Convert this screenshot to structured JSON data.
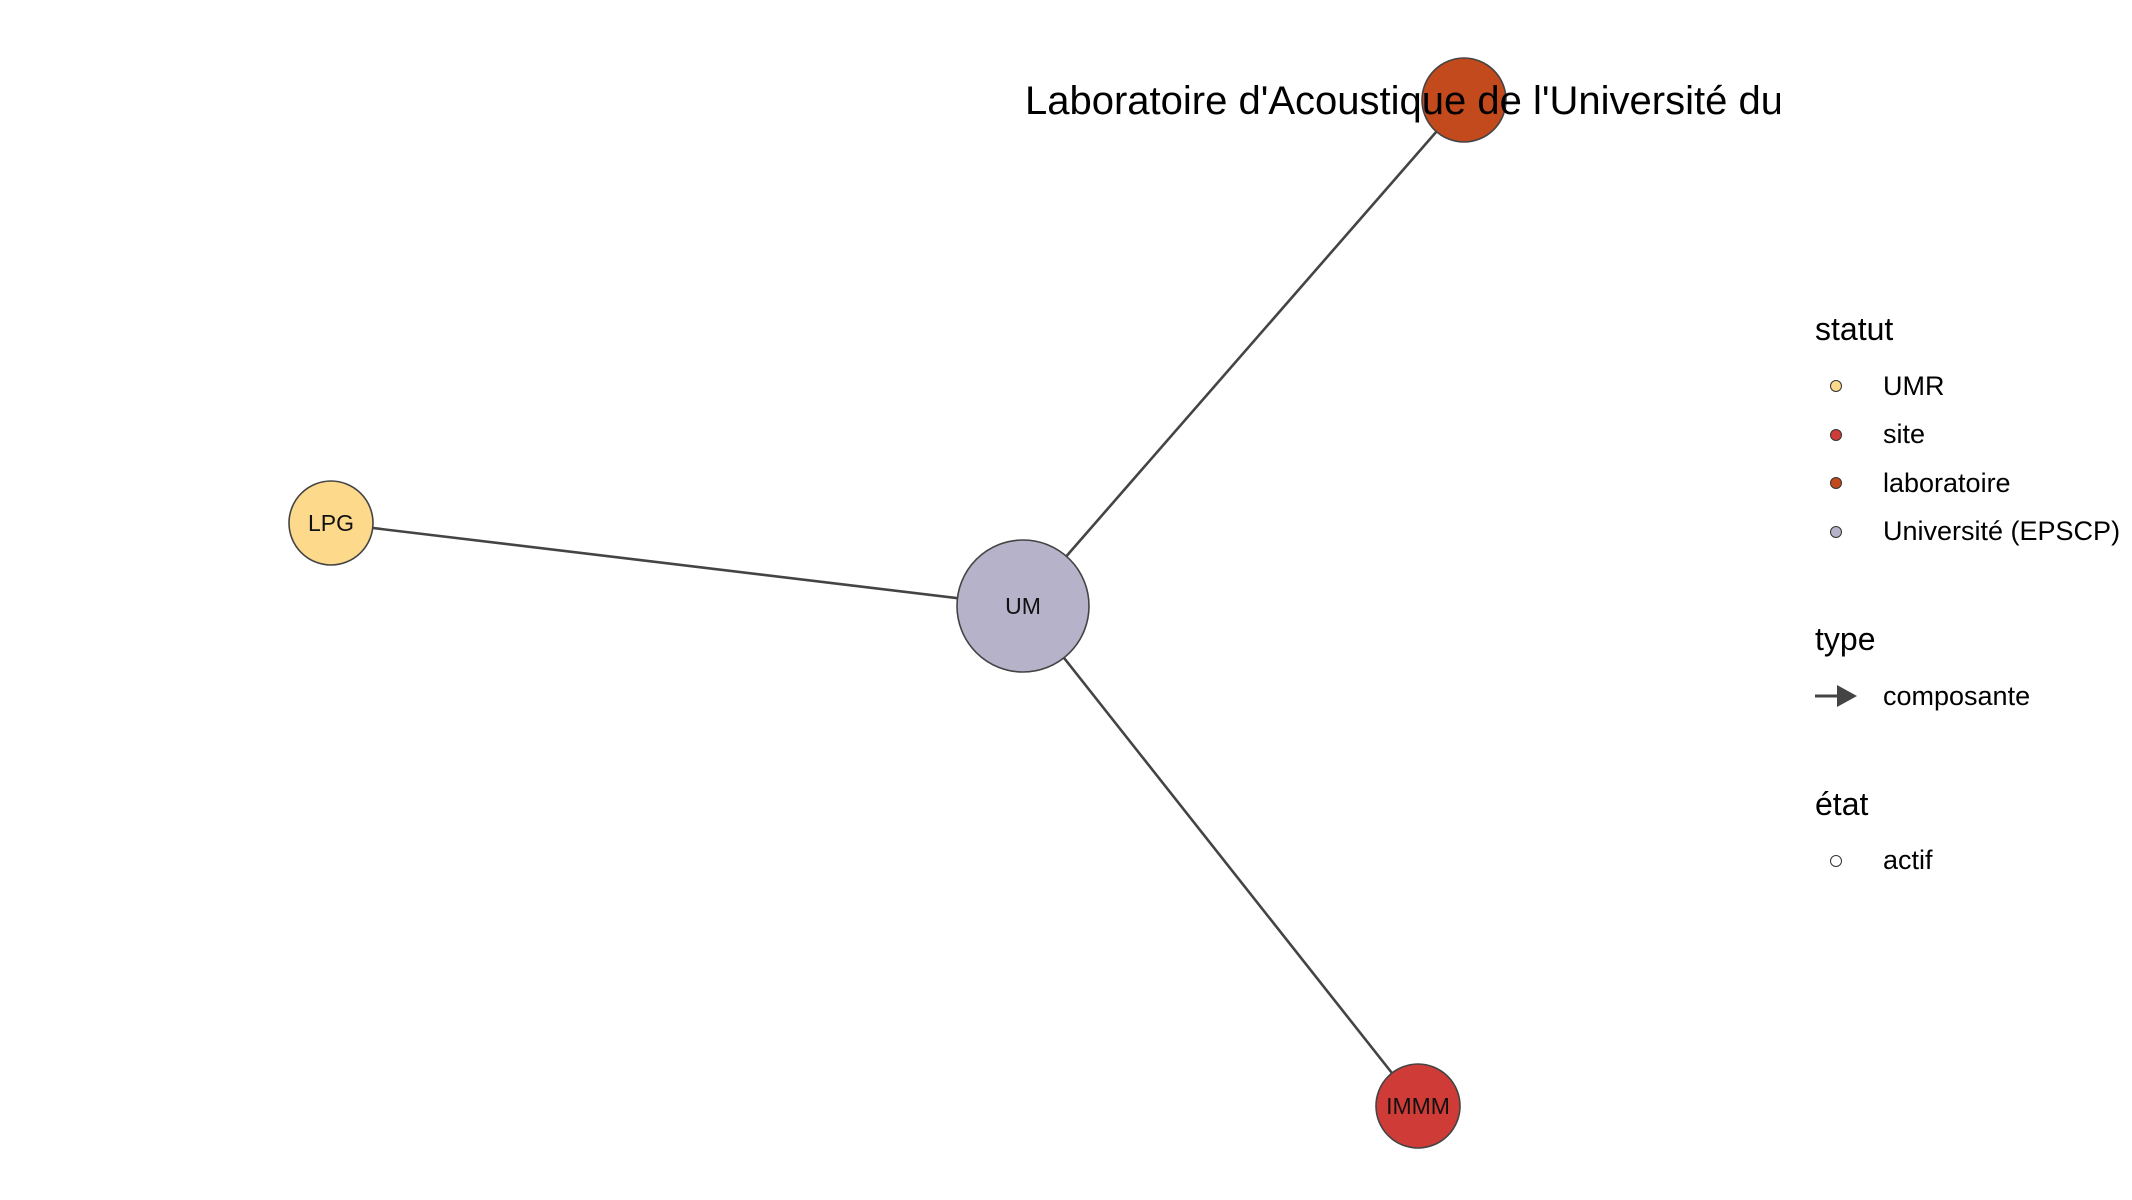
{
  "title": "Laboratoire d'Acoustique de l'Université du",
  "nodes": [
    {
      "id": "LAUM",
      "label": "",
      "statut": "laboratoire",
      "color": "#C24A1D"
    },
    {
      "id": "LPG",
      "label": "LPG",
      "statut": "UMR",
      "color": "#FDD98C"
    },
    {
      "id": "UM",
      "label": "UM",
      "statut": "Université (EPSCP)",
      "color": "#B5B2CA"
    },
    {
      "id": "IMMM",
      "label": "IMMM",
      "statut": "site",
      "color": "#CF3C37"
    }
  ],
  "edges": [
    {
      "from": "UM",
      "to": "LAUM",
      "type": "composante"
    },
    {
      "from": "UM",
      "to": "LPG",
      "type": "composante"
    },
    {
      "from": "UM",
      "to": "IMMM",
      "type": "composante"
    }
  ],
  "legend": {
    "statut": {
      "title": "statut",
      "items": [
        {
          "label": "UMR",
          "color": "#FDD98C"
        },
        {
          "label": "site",
          "color": "#CF3C37"
        },
        {
          "label": "laboratoire",
          "color": "#C24A1D"
        },
        {
          "label": "Université (EPSCP)",
          "color": "#B5B2CA"
        }
      ]
    },
    "type": {
      "title": "type",
      "items": [
        {
          "label": "composante",
          "icon": "arrow-right-icon"
        }
      ]
    },
    "etat": {
      "title": "état",
      "items": [
        {
          "label": "actif",
          "color": "#FFFFFF"
        }
      ]
    }
  }
}
